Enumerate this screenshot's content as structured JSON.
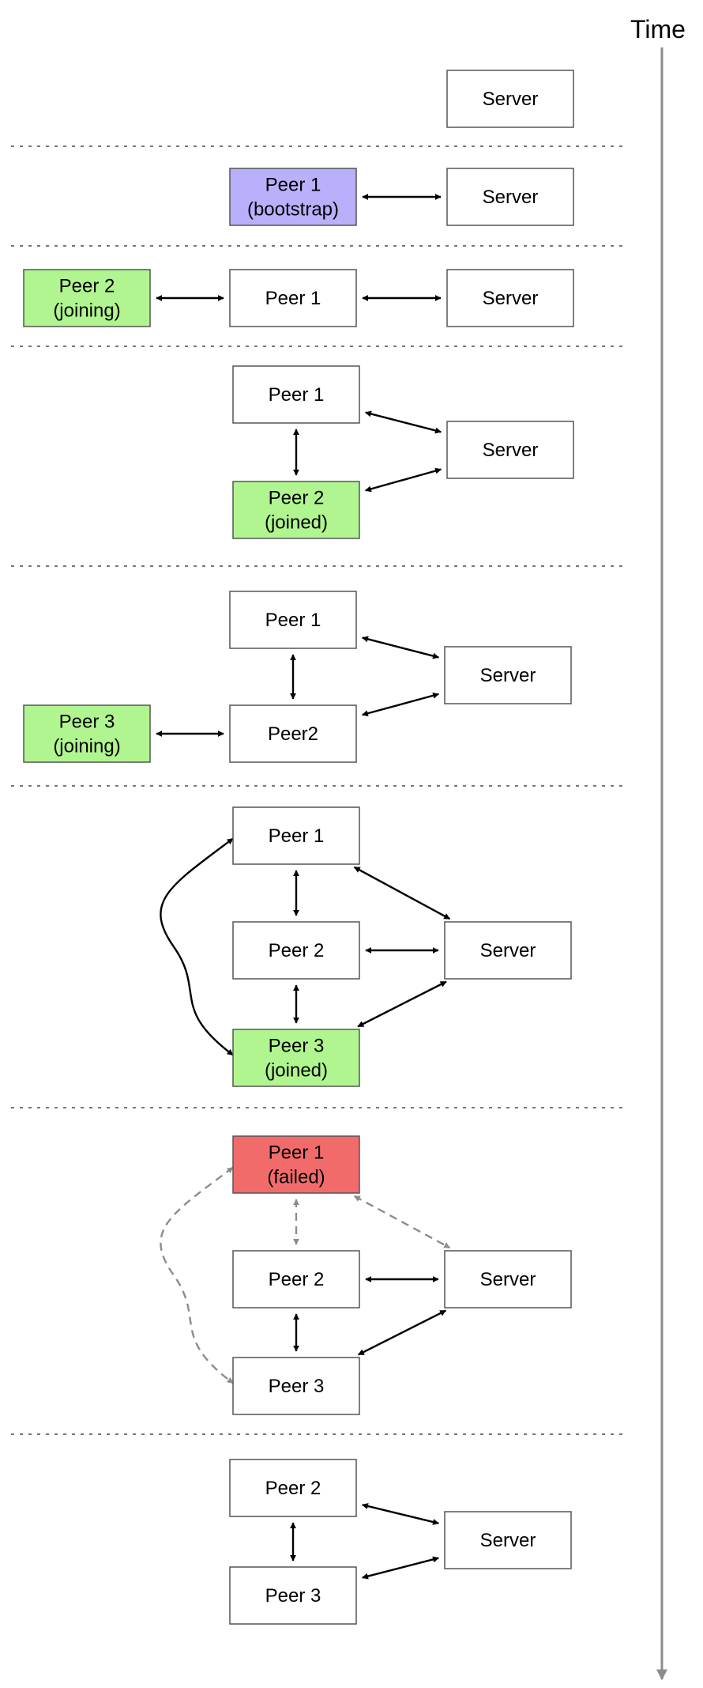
{
  "axis_label": "Time",
  "colors": {
    "normal": "#ffffff",
    "bootstrap": "#b8b0fa",
    "joining": "#b0f58f",
    "joined": "#b0f58f",
    "failed": "#f26b6b",
    "active_link": "#000000",
    "failed_link": "#8c8c8c",
    "time_axis": "#8c8c8c"
  },
  "stages": [
    {
      "nodes": [
        {
          "id": "server",
          "lines": [
            "Server"
          ],
          "status": "normal"
        }
      ]
    },
    {
      "nodes": [
        {
          "id": "peer1",
          "lines": [
            "Peer 1",
            "(bootstrap)"
          ],
          "status": "bootstrap"
        },
        {
          "id": "server",
          "lines": [
            "Server"
          ],
          "status": "normal"
        }
      ]
    },
    {
      "nodes": [
        {
          "id": "peer2",
          "lines": [
            "Peer 2",
            "(joining)"
          ],
          "status": "joining"
        },
        {
          "id": "peer1",
          "lines": [
            "Peer 1"
          ],
          "status": "normal"
        },
        {
          "id": "server",
          "lines": [
            "Server"
          ],
          "status": "normal"
        }
      ]
    },
    {
      "nodes": [
        {
          "id": "peer1",
          "lines": [
            "Peer 1"
          ],
          "status": "normal"
        },
        {
          "id": "server",
          "lines": [
            "Server"
          ],
          "status": "normal"
        },
        {
          "id": "peer2",
          "lines": [
            "Peer 2",
            "(joined)"
          ],
          "status": "joined"
        }
      ]
    },
    {
      "nodes": [
        {
          "id": "peer1",
          "lines": [
            "Peer 1"
          ],
          "status": "normal"
        },
        {
          "id": "server",
          "lines": [
            "Server"
          ],
          "status": "normal"
        },
        {
          "id": "peer3",
          "lines": [
            "Peer 3",
            "(joining)"
          ],
          "status": "joining"
        },
        {
          "id": "peer2",
          "lines": [
            "Peer2"
          ],
          "status": "normal"
        }
      ]
    },
    {
      "nodes": [
        {
          "id": "peer1",
          "lines": [
            "Peer 1"
          ],
          "status": "normal"
        },
        {
          "id": "peer2",
          "lines": [
            "Peer 2"
          ],
          "status": "normal"
        },
        {
          "id": "server",
          "lines": [
            "Server"
          ],
          "status": "normal"
        },
        {
          "id": "peer3",
          "lines": [
            "Peer 3",
            "(joined)"
          ],
          "status": "joined"
        }
      ]
    },
    {
      "nodes": [
        {
          "id": "peer1",
          "lines": [
            "Peer 1",
            "(failed)"
          ],
          "status": "failed"
        },
        {
          "id": "peer2",
          "lines": [
            "Peer 2"
          ],
          "status": "normal"
        },
        {
          "id": "server",
          "lines": [
            "Server"
          ],
          "status": "normal"
        },
        {
          "id": "peer3",
          "lines": [
            "Peer 3"
          ],
          "status": "normal"
        }
      ]
    },
    {
      "nodes": [
        {
          "id": "peer2",
          "lines": [
            "Peer 2"
          ],
          "status": "normal"
        },
        {
          "id": "server",
          "lines": [
            "Server"
          ],
          "status": "normal"
        },
        {
          "id": "peer3",
          "lines": [
            "Peer 3"
          ],
          "status": "normal"
        }
      ]
    }
  ],
  "links": [
    {
      "stage": 1,
      "from": "peer1",
      "to": "server",
      "style": "solid"
    },
    {
      "stage": 2,
      "from": "peer2",
      "to": "peer1",
      "style": "solid"
    },
    {
      "stage": 2,
      "from": "peer1",
      "to": "server",
      "style": "solid"
    },
    {
      "stage": 3,
      "from": "peer1",
      "to": "peer2",
      "style": "solid"
    },
    {
      "stage": 3,
      "from": "peer1",
      "to": "server",
      "style": "solid"
    },
    {
      "stage": 3,
      "from": "peer2",
      "to": "server",
      "style": "solid"
    },
    {
      "stage": 4,
      "from": "peer1",
      "to": "peer2",
      "style": "solid"
    },
    {
      "stage": 4,
      "from": "peer1",
      "to": "server",
      "style": "solid"
    },
    {
      "stage": 4,
      "from": "peer2",
      "to": "server",
      "style": "solid"
    },
    {
      "stage": 4,
      "from": "peer3",
      "to": "peer2",
      "style": "solid"
    },
    {
      "stage": 5,
      "from": "peer1",
      "to": "peer2",
      "style": "solid"
    },
    {
      "stage": 5,
      "from": "peer2",
      "to": "peer3",
      "style": "solid"
    },
    {
      "stage": 5,
      "from": "peer1",
      "to": "server",
      "style": "solid"
    },
    {
      "stage": 5,
      "from": "peer2",
      "to": "server",
      "style": "solid"
    },
    {
      "stage": 5,
      "from": "peer3",
      "to": "server",
      "style": "solid"
    },
    {
      "stage": 5,
      "from": "peer1",
      "to": "peer3",
      "style": "solid"
    },
    {
      "stage": 6,
      "from": "peer1",
      "to": "peer2",
      "style": "dashed"
    },
    {
      "stage": 6,
      "from": "peer1",
      "to": "server",
      "style": "dashed"
    },
    {
      "stage": 6,
      "from": "peer1",
      "to": "peer3",
      "style": "dashed"
    },
    {
      "stage": 6,
      "from": "peer2",
      "to": "peer3",
      "style": "solid"
    },
    {
      "stage": 6,
      "from": "peer2",
      "to": "server",
      "style": "solid"
    },
    {
      "stage": 6,
      "from": "peer3",
      "to": "server",
      "style": "solid"
    },
    {
      "stage": 7,
      "from": "peer2",
      "to": "peer3",
      "style": "solid"
    },
    {
      "stage": 7,
      "from": "peer2",
      "to": "server",
      "style": "solid"
    },
    {
      "stage": 7,
      "from": "peer3",
      "to": "server",
      "style": "solid"
    }
  ]
}
